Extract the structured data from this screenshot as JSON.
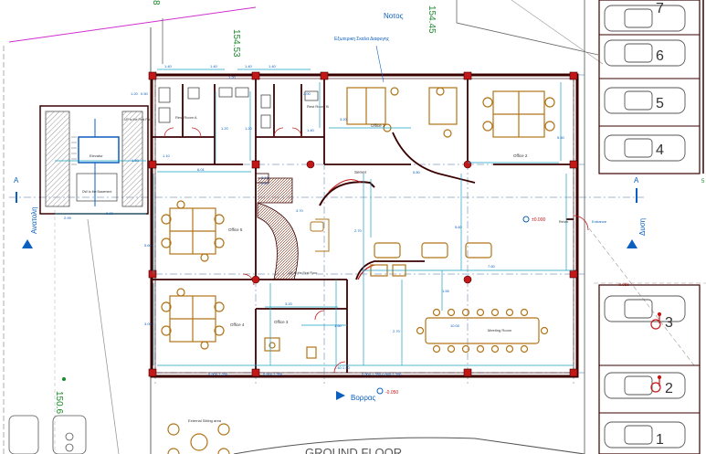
{
  "compass": {
    "north": "Νοτος",
    "south": "Βορρας",
    "east": "Δυση",
    "west": "Ανατολη"
  },
  "elevations": {
    "top_a": "154.53",
    "top_b": "154.45",
    "left": "150.6",
    "top_cut": "8",
    "right_cut": "5"
  },
  "notes": {
    "external_stair": "Εξωτερικη Σκαλα Διαφυγης",
    "ground_floor": "GROUND FLOOR",
    "external_sitting": "External Sitting area"
  },
  "section_markers": {
    "a_left": "A",
    "a_right": "A"
  },
  "rooms": {
    "rest_a": "Rest Room A",
    "rest_b": "Rest Room B",
    "office1": "Office 1",
    "office2": "Office 2",
    "office3": "Office 3",
    "office4": "Office 4",
    "office5": "Office 5",
    "server": "Server",
    "meeting": "Meeting Room",
    "elevator": "Elevator",
    "dw_basement": "DW to the Basement",
    "up_first_a": "UP to the First Floor",
    "up_first_b": "UP to the First Floor",
    "entrance": "Entrance",
    "rehab": "Rehab"
  },
  "levels": {
    "main": "±0.000",
    "left_dim": "2.99",
    "entry": "-0.050",
    "right": "-0.058"
  },
  "dims": {
    "d140a": "1.40",
    "d140b": "1.40",
    "d140c": "1.40",
    "d140d": "1.40",
    "d120": "1.20",
    "d050": "0.50",
    "d200": "2.00",
    "d110": "1.10",
    "d120b": "1.20",
    "d140e": "1.40",
    "d150": "1.50",
    "d200b": "2.00",
    "d601": "6.01",
    "d580": "5.80",
    "d560": "5.60",
    "d320": "3.20",
    "d150b": "1.50",
    "d760": "7.60",
    "d1000": "10.00",
    "d210": "2.10",
    "d090": "0.90",
    "d320b": "3.20",
    "d370": "3.70",
    "d560b": "5.60",
    "d270": "2.70",
    "d270b": "2.70",
    "d560c": "5.60",
    "d300": "3.00",
    "d155": "1.55",
    "d1120": "1.20",
    "d1120b": "1.20",
    "bottom_a": "0.900  1.250",
    "bottom_b": "0.900  1.350",
    "bottom_c": "0.900  1.350  0.900  1.350",
    "bottom_d": "1.40  1.40"
  },
  "parking": {
    "spots": [
      "7",
      "6",
      "5",
      "4",
      "3",
      "2",
      "1"
    ]
  },
  "colors": {
    "wall": "#3a0000",
    "blue": "#0a5fbf",
    "dim": "#1aa1c4",
    "furniture": "#b07418",
    "grid": "#4a6aa0",
    "green": "#1a8a2a",
    "red": "#c41818",
    "magenta": "#cf2fcf"
  }
}
